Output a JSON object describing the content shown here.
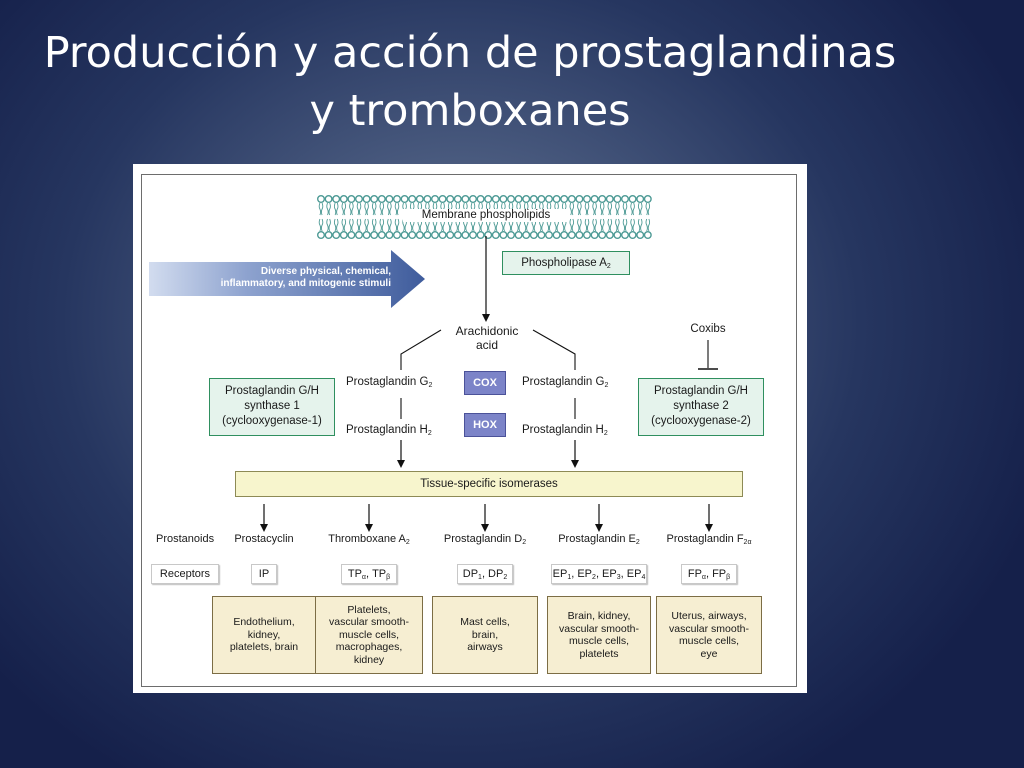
{
  "title": {
    "line1": "Producción y acción de prostaglandinas",
    "line2": "y tromboxanes"
  },
  "diagram": {
    "membrane": "Membrane phospholipids",
    "phospholipase": {
      "name": "Phospholipase A",
      "sub": "2"
    },
    "stimuli": {
      "line1": "Diverse physical, chemical,",
      "line2": "inflammatory, and mitogenic stimuli"
    },
    "arachidonic": {
      "line1": "Arachidonic",
      "line2": "acid"
    },
    "coxibs": "Coxibs",
    "pgg2": {
      "name": "Prostaglandin G",
      "sub": "2"
    },
    "pgh2": {
      "name": "Prostaglandin H",
      "sub": "2"
    },
    "cox": "COX",
    "hox": "HOX",
    "synthase1": {
      "line1": "Prostaglandin G/H",
      "line2": "synthase 1",
      "line3": "(cyclooxygenase-1)"
    },
    "synthase2": {
      "line1": "Prostaglandin G/H",
      "line2": "synthase 2",
      "line3": "(cyclooxygenase-2)"
    },
    "isomerases": "Tissue-specific isomerases",
    "prostanoids_label": "Prostanoids",
    "receptors_label": "Receptors",
    "columns": [
      {
        "prostanoid": "Prostacyclin",
        "prostanoid_sub": "",
        "receptor": "IP",
        "tissues": [
          "Endothelium,",
          "kidney,",
          "platelets, brain"
        ]
      },
      {
        "prostanoid": "Thromboxane A",
        "prostanoid_sub": "2",
        "receptor_parts": [
          {
            "t": "TP",
            "s": "α"
          },
          {
            "t": ", TP",
            "s": "β"
          }
        ],
        "tissues": [
          "Platelets,",
          "vascular smooth-",
          "muscle cells,",
          "macrophages,",
          "kidney"
        ]
      },
      {
        "prostanoid": "Prostaglandin D",
        "prostanoid_sub": "2",
        "receptor_parts": [
          {
            "t": "DP",
            "s": "1"
          },
          {
            "t": ", DP",
            "s": "2"
          }
        ],
        "tissues": [
          "Mast cells,",
          "brain,",
          "airways"
        ]
      },
      {
        "prostanoid": "Prostaglandin E",
        "prostanoid_sub": "2",
        "receptor_parts": [
          {
            "t": "EP",
            "s": "1"
          },
          {
            "t": ", EP",
            "s": "2"
          },
          {
            "t": ", EP",
            "s": "3"
          },
          {
            "t": ", EP",
            "s": "4"
          }
        ],
        "tissues": [
          "Brain, kidney,",
          "vascular smooth-",
          "muscle cells,",
          "platelets"
        ]
      },
      {
        "prostanoid": "Prostaglandin F",
        "prostanoid_sub": "2α",
        "receptor_parts": [
          {
            "t": "FP",
            "s": "α"
          },
          {
            "t": ", FP",
            "s": "β"
          }
        ],
        "tissues": [
          "Uterus, airways,",
          "vascular smooth-",
          "muscle cells,",
          "eye"
        ]
      }
    ],
    "colors": {
      "enzyme_green_fill": "#e5f3ec",
      "enzyme_green_border": "#2f8f5f",
      "cox_purple": "#7c84c8",
      "isomerase_yellow": "#f7f5cd",
      "tissue_tan": "#f6eed2",
      "membrane_teal": "#4d9a95",
      "stimuli_arrow_blue": "#4d6aa8"
    }
  }
}
